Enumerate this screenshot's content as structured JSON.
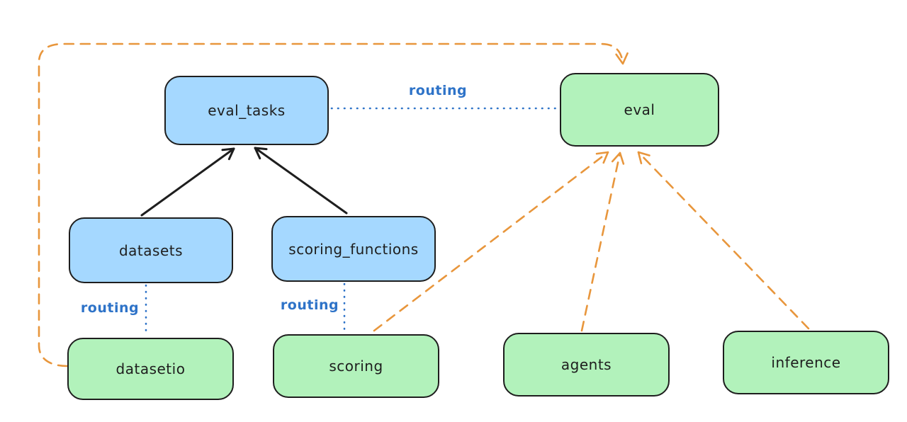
{
  "diagram": {
    "background": "#ffffff",
    "colors": {
      "node_stroke": "#1e1e1e",
      "api_fill_blue": "#a5d8ff",
      "provider_fill_green": "#b2f2bb",
      "routing_blue": "#2e73c8",
      "provider_arrow_orange": "#e8963c",
      "solid_arrow_black": "#1e1e1e"
    },
    "nodes": {
      "eval_tasks": {
        "label": "eval_tasks",
        "fill": "#a5d8ff"
      },
      "eval": {
        "label": "eval",
        "fill": "#b2f2bb"
      },
      "datasets": {
        "label": "datasets",
        "fill": "#a5d8ff"
      },
      "scoring_functions": {
        "label": "scoring_functions",
        "fill": "#a5d8ff"
      },
      "datasetio": {
        "label": "datasetio",
        "fill": "#b2f2bb"
      },
      "scoring": {
        "label": "scoring",
        "fill": "#b2f2bb"
      },
      "agents": {
        "label": "agents",
        "fill": "#b2f2bb"
      },
      "inference": {
        "label": "inference",
        "fill": "#b2f2bb"
      }
    },
    "edge_labels": {
      "routing_top": "routing",
      "routing_left": "routing",
      "routing_mid": "routing"
    },
    "edges": [
      {
        "from": "datasets",
        "to": "eval_tasks",
        "style": "solid",
        "color": "#1e1e1e",
        "arrow": true,
        "label": ""
      },
      {
        "from": "scoring_functions",
        "to": "eval_tasks",
        "style": "solid",
        "color": "#1e1e1e",
        "arrow": true,
        "label": ""
      },
      {
        "from": "eval_tasks",
        "to": "eval",
        "style": "dotted",
        "color": "#2e73c8",
        "arrow": false,
        "label": "routing"
      },
      {
        "from": "datasets",
        "to": "datasetio",
        "style": "dotted",
        "color": "#2e73c8",
        "arrow": false,
        "label": "routing"
      },
      {
        "from": "scoring_functions",
        "to": "scoring",
        "style": "dotted",
        "color": "#2e73c8",
        "arrow": false,
        "label": "routing"
      },
      {
        "from": "datasetio",
        "to": "eval",
        "style": "dashed",
        "color": "#e8963c",
        "arrow": true,
        "label": ""
      },
      {
        "from": "scoring",
        "to": "eval",
        "style": "dashed",
        "color": "#e8963c",
        "arrow": true,
        "label": ""
      },
      {
        "from": "agents",
        "to": "eval",
        "style": "dashed",
        "color": "#e8963c",
        "arrow": true,
        "label": ""
      },
      {
        "from": "inference",
        "to": "eval",
        "style": "dashed",
        "color": "#e8963c",
        "arrow": true,
        "label": ""
      }
    ]
  }
}
